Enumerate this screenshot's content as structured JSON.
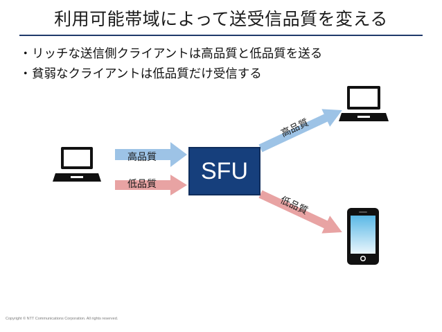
{
  "slide": {
    "title": "利用可能帯域によって送受信品質を変える",
    "bullets": [
      "リッチな送信側クライアントは高品質と低品質を送る",
      "貧弱なクライアントは低品質だけ受信する"
    ],
    "bullet_symbol": "・",
    "sfu_label": "SFU",
    "arrow_labels": {
      "send_high": "高品質",
      "send_low": "低品質",
      "recv_high": "高品質",
      "recv_low": "低品質"
    },
    "colors": {
      "high_quality_arrow": "#9dc3e6",
      "low_quality_arrow": "#e8a3a3",
      "sfu_box": "#163f7c",
      "title_rule": "#1f3a6a"
    },
    "icons": {
      "sender": "laptop-icon",
      "receiver_high": "laptop-icon",
      "receiver_low": "smartphone-icon"
    },
    "copyright": "Copyright © NTT Communications Corporation. All rights reserved."
  }
}
